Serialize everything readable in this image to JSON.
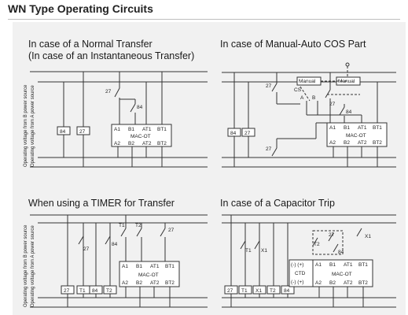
{
  "page_title": "WN Type Operating Circuits",
  "panels": {
    "normal": {
      "caption_line1": "In case of a Normal Transfer",
      "caption_line2": "(In case of an Instantaneous Transfer)",
      "vlabel_b": "Operating voltage from B power source",
      "vlabel_a": "Operating voltage from A power source",
      "relay_84": "84",
      "relay_27": "27",
      "contact_27": "27",
      "contact_84": "84",
      "mac_top": [
        "A1",
        "B1",
        "AT1",
        "BT1"
      ],
      "mac_name": "MAC-OT",
      "mac_bottom": [
        "A2",
        "B2",
        "AT2",
        "BT2"
      ]
    },
    "manual": {
      "caption": "In case of Manual-Auto COS Part",
      "relay_84": "84",
      "relay_27": "27",
      "contact_27a": "27",
      "contact_27b": "27",
      "contact_27c": "27",
      "contact_84": "84",
      "cs": "CS",
      "cs_a": "A",
      "cs_b": "B",
      "manual_1": "Manual",
      "manual_2": "Manual",
      "mac_top": [
        "A1",
        "B1",
        "AT1",
        "BT1"
      ],
      "mac_name": "MAC-OT",
      "mac_bottom": [
        "A2",
        "B2",
        "AT2",
        "BT2"
      ]
    },
    "timer": {
      "caption": "When using a TIMER for Transfer",
      "vlabel_b": "Operating voltage from B power source",
      "vlabel_a": "Operating voltage from A power source",
      "relays": [
        "27",
        "T1",
        "84",
        "T2"
      ],
      "contact_27": "27",
      "contact_84": "84",
      "contact_t1": "T1",
      "contact_t2": "T2",
      "contact_27b": "27",
      "mac_top": [
        "A1",
        "B1",
        "AT1",
        "BT1"
      ],
      "mac_name": "MAC-OT",
      "mac_bottom": [
        "A2",
        "B2",
        "AT2",
        "BT2"
      ]
    },
    "capacitor": {
      "caption": "In case of a Capacitor Trip",
      "relays": [
        "27",
        "T1",
        "X1",
        "T2",
        "84"
      ],
      "contact_t1": "T1",
      "contact_x1": "X1",
      "contact_t2": "T2",
      "contact_27": "27",
      "contact_84": "84",
      "contact_x1b": "X1",
      "ctd_top": "(-) (+)",
      "ctd_name": "CTD",
      "ctd_bottom": "(-) (+)",
      "mac_top": [
        "A1",
        "B1",
        "AT1",
        "BT1"
      ],
      "mac_name": "MAC-OT",
      "mac_bottom": [
        "A2",
        "B2",
        "AT2",
        "BT2"
      ]
    }
  }
}
